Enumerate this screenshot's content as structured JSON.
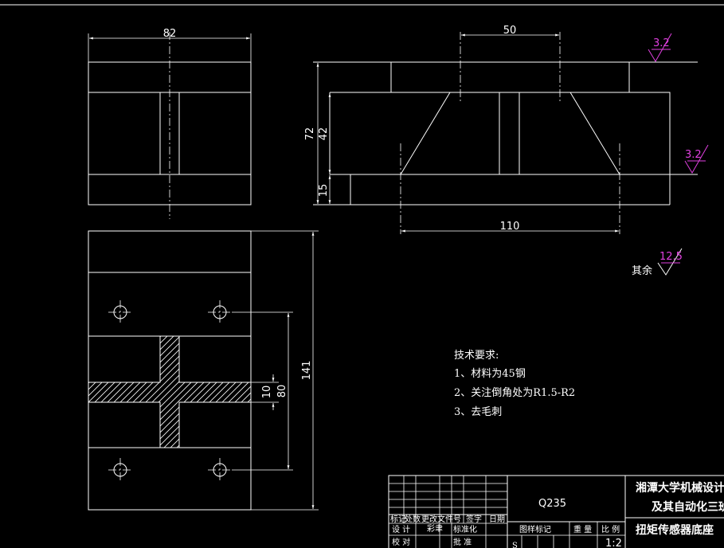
{
  "dimensions": {
    "top_width": "82",
    "slot_width": "50",
    "height_total": "72",
    "height_mid": "42",
    "height_base": "15",
    "base_length": "110",
    "side_length": "141",
    "hole_spacing": "80",
    "rib_width": "10"
  },
  "surface_finish": {
    "top": "3.2",
    "right": "3.2",
    "rest_value": "12.5",
    "rest_label": "其余"
  },
  "notes": {
    "title": "技术要求:",
    "items": [
      "1、材料为45钢",
      "2、关注倒角处为R1.5-R2",
      "3、去毛刺"
    ]
  },
  "title_block": {
    "material": "Q235",
    "school_line1": "湘潭大学机械设计制",
    "school_line2": "及其自动化三班",
    "part_name": "扭矩传感器底座",
    "header_labels": [
      "标记",
      "处数",
      "更改文件号",
      "签字",
      "日期"
    ],
    "row_design": [
      "设 计",
      "彩聿",
      "标准化"
    ],
    "row_check": [
      "校 对",
      "",
      "批 准"
    ],
    "stage_label": "图样标记",
    "weight_label": "重 量",
    "scale_label": "比 例",
    "stage_value": "S",
    "scale_value": "1:2"
  },
  "colors": {
    "background": "#000000",
    "lines": "#ffffff",
    "finish_symbol": "#e040e0"
  }
}
